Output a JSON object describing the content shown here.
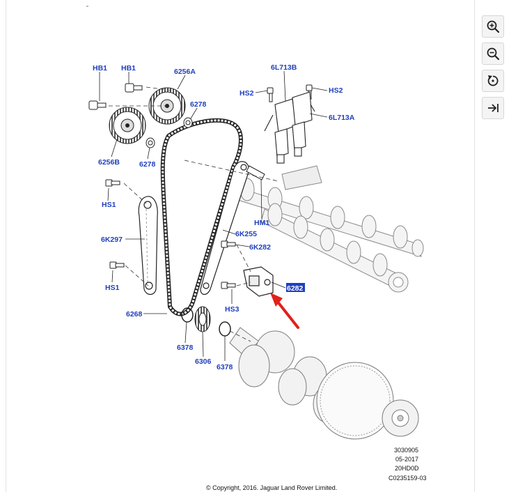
{
  "toolbar": {
    "zoom_in": "zoom-in-icon",
    "zoom_out": "zoom-out-icon",
    "rotate": "rotate-icon",
    "fit": "fit-to-width-icon"
  },
  "labels": {
    "hb1_a": "HB1",
    "hb1_b": "HB1",
    "p6256a": "6256A",
    "p6278_top": "6278",
    "p6256b": "6256B",
    "p6278_bottom": "6278",
    "p6l713b": "6L713B",
    "hs2_left": "HS2",
    "hs2_right": "HS2",
    "p6l713a": "6L713A",
    "hs1_top": "HS1",
    "p6k297": "6K297",
    "hs1_bottom": "HS1",
    "hm1": "HM1",
    "p6k255": "6K255",
    "p6k282": "6K282",
    "p6268": "6268",
    "hs3": "HS3",
    "p6282": "6282",
    "p6378_left": "6378",
    "p6306": "6306",
    "p6378_right": "6378"
  },
  "highlight_color": "#1f3fbf",
  "label_color": "#1f3fbf",
  "arrow_color": "#e0211b",
  "metadata": {
    "line1": "3030905",
    "line2": "05-2017",
    "line3": "20HD0D",
    "line4": "C0235159-03"
  },
  "copyright": "© Copyright, 2016. Jaguar Land Rover Limited."
}
